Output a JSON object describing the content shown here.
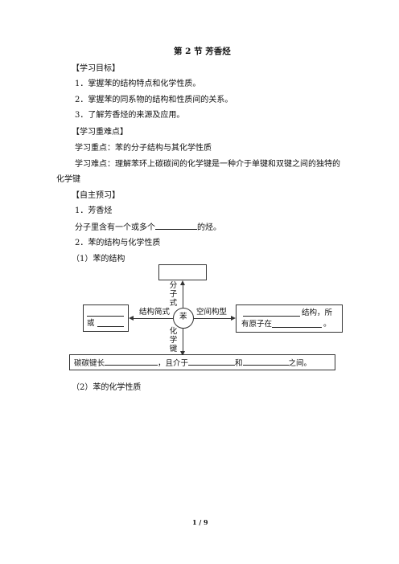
{
  "title": "第 2 节  芳香烃",
  "objectives": {
    "header": "【学习目标】",
    "items": [
      "1．掌握苯的结构特点和化学性质。",
      "2．掌握苯的同系物的结构和性质间的关系。",
      "3．了解芳香烃的来源及应用。"
    ]
  },
  "keypoints": {
    "header": "【学习重难点】",
    "focus": "学习重点：苯的分子结构与其化学性质",
    "difficulty_line1": "学习难点：理解苯环上碳碳间的化学键是一种介于单键和双键之间的独特的",
    "difficulty_line2": "化学键"
  },
  "preview": {
    "header": "【自主预习】",
    "item1_title": "1．芳香烃",
    "item1_before": "分子里含有一个或多个",
    "item1_after": "的烃。",
    "item2_title": "2．苯的结构与化学性质",
    "sub1": "（1）苯的结构",
    "sub2": "（2）苯的化学性质"
  },
  "diagram": {
    "center": "苯",
    "top_label": "分子式",
    "left_label": "结构简式",
    "right_label": "空间构型",
    "bottom_label": "化学键",
    "left_box_or": "或",
    "right_box_after1": "结构，所",
    "right_box_line2_before": "有原子在",
    "right_box_line2_after": "。",
    "bottom_box_part1": "碳碳键长",
    "bottom_box_part2": "，且介于",
    "bottom_box_part3": "和",
    "bottom_box_part4": "之间。"
  },
  "footer": {
    "page": "1 / 9"
  }
}
